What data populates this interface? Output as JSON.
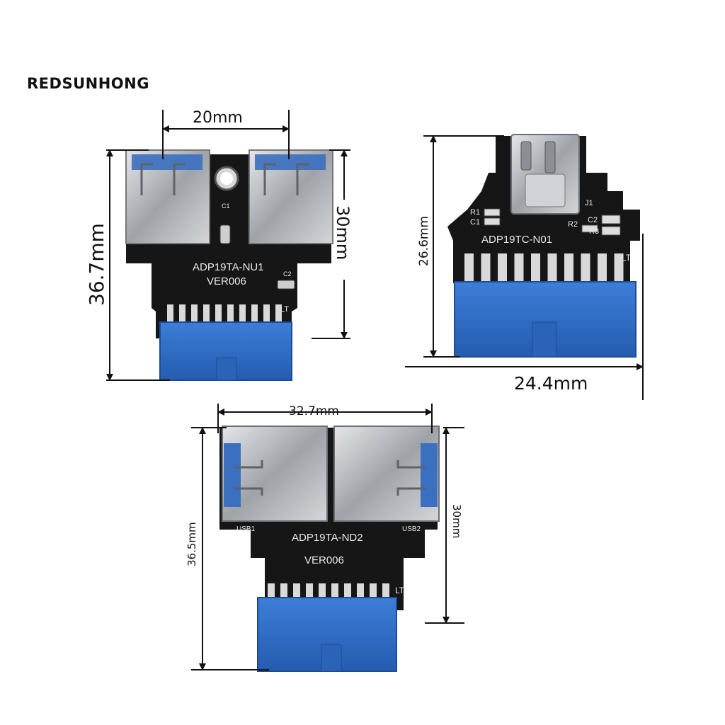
{
  "brand": "REDSUNHONG",
  "boards": {
    "nu1": {
      "model": "ADP19TA-NU1",
      "version": "VER006",
      "labels": {
        "c1": "C1",
        "c2": "C2",
        "lt": "LT"
      },
      "dims": {
        "width_top": "20mm",
        "height": "36.7mm",
        "right": "30mm"
      }
    },
    "tc": {
      "model": "ADP19TC-N01",
      "labels": {
        "r1": "R1",
        "c1": "C1",
        "j1": "J1",
        "r2": "R2",
        "c2": "C2",
        "r3": "R3",
        "lt": "LT"
      },
      "dims": {
        "height": "26.6mm",
        "width": "24.4mm"
      }
    },
    "nd2": {
      "model": "ADP19TA-ND2",
      "version": "VER006",
      "labels": {
        "usb1": "USB1",
        "usb2": "USB2",
        "lt": "LT"
      },
      "dims": {
        "width_top": "32.7mm",
        "height": "36.5mm",
        "right": "30mm"
      }
    }
  },
  "colors": {
    "pcb": "#161616",
    "connector": "#2f6fc9",
    "metal": "#b9bcc0",
    "usb_tongue": "#3b6fc0"
  }
}
